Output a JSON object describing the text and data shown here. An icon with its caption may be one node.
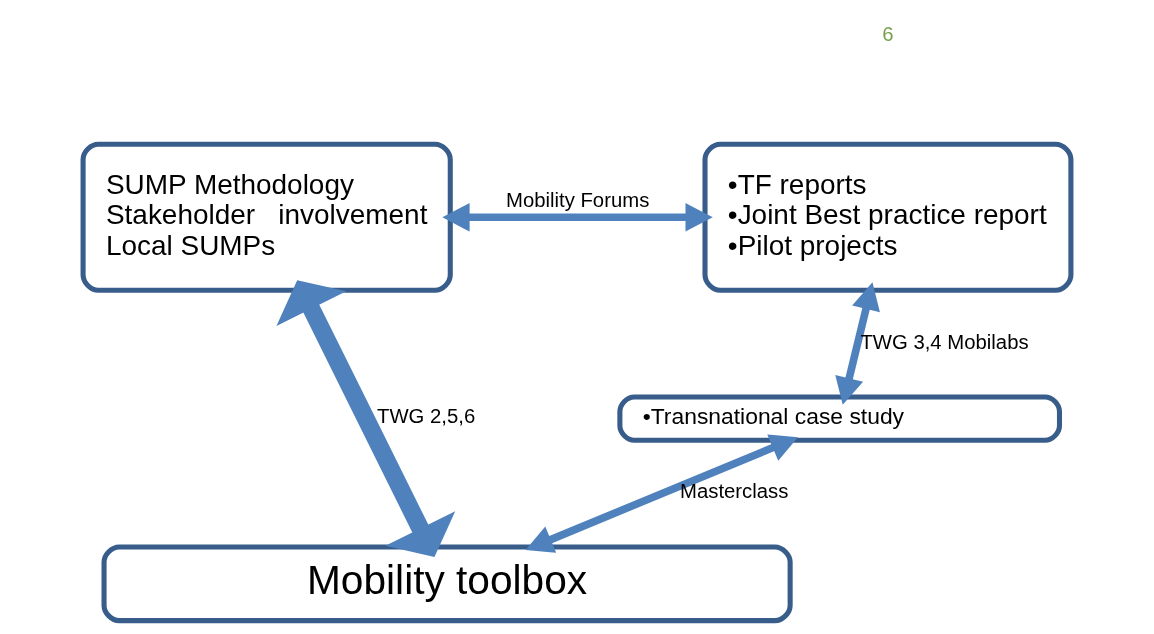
{
  "diagram": {
    "nodes": [
      {
        "text": [
          "SUMP Methodology",
          "Stakeholder   involvement",
          "Local SUMPs"
        ]
      },
      {
        "text": [
          "•TF reports",
          "•Joint Best practice report",
          "•Pilot projects"
        ]
      },
      {
        "text": [
          "•Transnational case study"
        ]
      },
      {
        "text": [
          "Mobility toolbox"
        ]
      }
    ],
    "edges": [
      {
        "from": 0,
        "to": 1,
        "arrow": "both",
        "label": "Mobility Forums"
      },
      {
        "from": 1,
        "to": 2,
        "arrow": "both",
        "label": "TWG 3,4 Mobilabs"
      },
      {
        "from": 0,
        "to": 3,
        "arrow": "both",
        "label": "TWG 2,5,6",
        "style": "thick"
      },
      {
        "from": 2,
        "to": 3,
        "arrow": "both",
        "label": "Masterclass"
      }
    ],
    "labels": [
      "6"
    ]
  }
}
